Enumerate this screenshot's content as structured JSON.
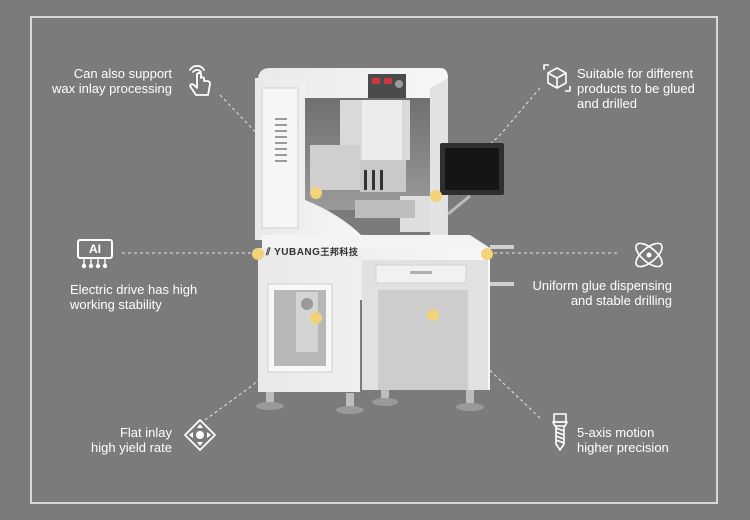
{
  "brand": {
    "name": "YUBANG",
    "name_cn": "王邦科技"
  },
  "features": [
    {
      "lines": [
        "Can also support",
        "wax inlay processing"
      ],
      "icon": "tap-hand-icon"
    },
    {
      "lines": [
        "Suitable for different",
        "products to be glued",
        "and drilled"
      ],
      "icon": "cube-rotate-icon"
    },
    {
      "lines": [
        "Electric drive has high",
        "working stability"
      ],
      "icon": "ai-chip-icon",
      "icon_text": "AI"
    },
    {
      "lines": [
        "Uniform glue dispensing",
        "and stable drilling"
      ],
      "icon": "atom-orbit-icon"
    },
    {
      "lines": [
        "Flat inlay",
        "high yield rate"
      ],
      "icon": "four-arrow-target-icon"
    },
    {
      "lines": [
        "5-axis motion",
        "higher precision"
      ],
      "icon": "drill-bit-icon"
    }
  ],
  "colors": {
    "background": "#7b7b7b",
    "frame": "#d7d7d7",
    "text": "#ffffff",
    "hotspot": "#f3d27a",
    "machine": "#efefef"
  }
}
